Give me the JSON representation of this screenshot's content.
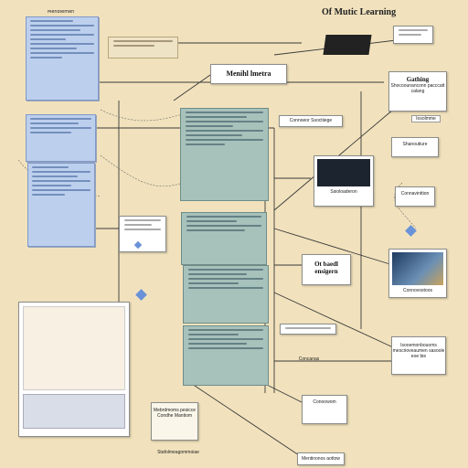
{
  "header": {
    "left_label": "Mendiemen",
    "right_title": "Of Mutic Learning"
  },
  "nodes": {
    "mental_box": "Menihl lmetra",
    "gathering": "Gathing",
    "gathering_sub": "Shocoounanconn pacccatt calang",
    "connessor": "Connoeor Ssoctiiege",
    "screen_box_label": "Ssioloaderon",
    "right_small_1": "Shanoutiure",
    "right_small_2": "Connavinttion",
    "center_right_box": "Ot baedl ensigern",
    "right_sub_label": "Connovostoos",
    "bottom_right_main": "Isooemonbouoms mescrioveaumen sasoole eoe bie",
    "bottom_center_tag": "Conoowom",
    "left_bottom_note": "Mebrdmoms pesicce Condhe Mantiom",
    "bottom_caption": "Stafolmeagommoiae",
    "bottom_center_caption": "Mentinonos aottow",
    "small_right_1": "Iosolmme",
    "chart_label": "Concanas"
  },
  "colors": {
    "background": "#f1e2bd",
    "blue_panel": "#bcd0ee",
    "green_panel": "#a7c1bb",
    "accent_blue": "#6a92d8"
  }
}
